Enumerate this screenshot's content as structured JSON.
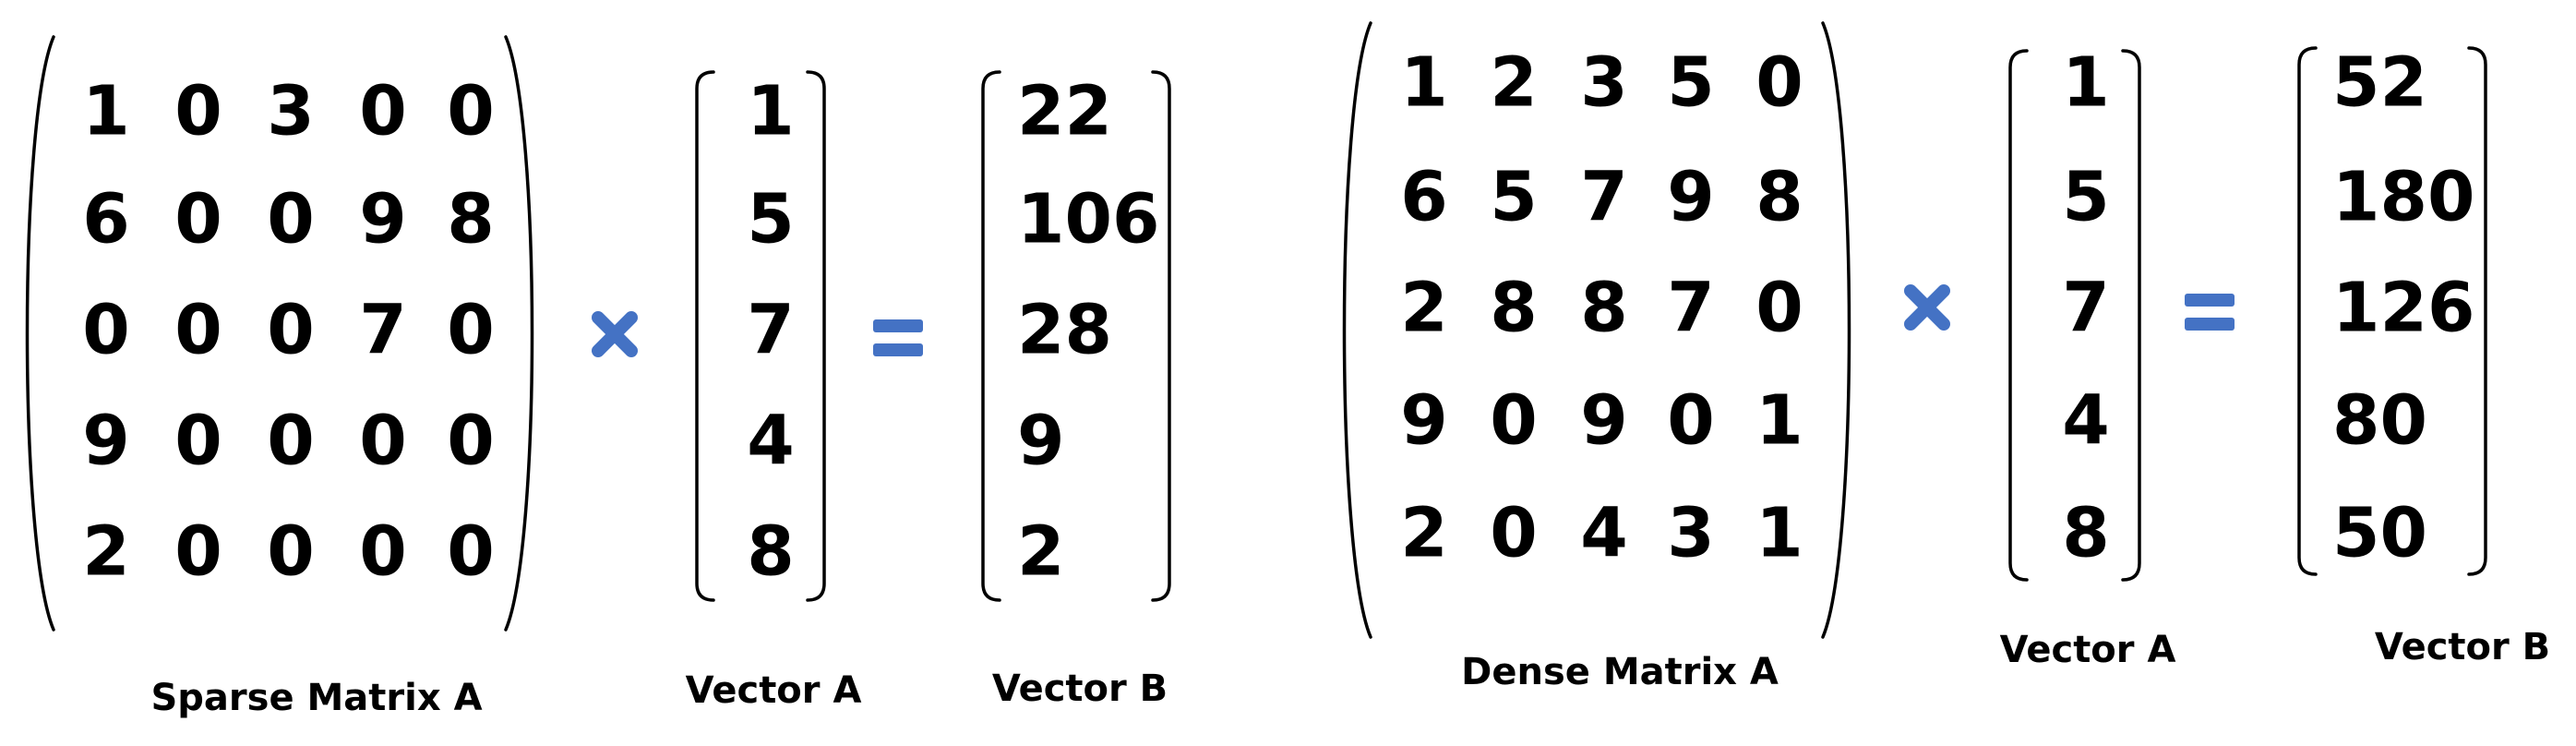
{
  "colors": {
    "text": "#000000",
    "operator": "#4472c4",
    "bracket": "#000000"
  },
  "panels": [
    {
      "matrix": {
        "label": "Sparse Matrix A",
        "rows": [
          [
            "1",
            "0",
            "3",
            "0",
            "0"
          ],
          [
            "6",
            "0",
            "0",
            "9",
            "8"
          ],
          [
            "0",
            "0",
            "0",
            "7",
            "0"
          ],
          [
            "9",
            "0",
            "0",
            "0",
            "0"
          ],
          [
            "2",
            "0",
            "0",
            "0",
            "0"
          ]
        ]
      },
      "times_icon": "multiply-x-icon",
      "vector_a": {
        "label": "Vector A",
        "values": [
          "1",
          "5",
          "7",
          "4",
          "8"
        ]
      },
      "equals_icon": "equals-icon",
      "vector_b": {
        "label": "Vector B",
        "values": [
          "22",
          "106",
          "28",
          "9",
          "2"
        ]
      }
    },
    {
      "matrix": {
        "label": "Dense Matrix A",
        "rows": [
          [
            "1",
            "2",
            "3",
            "5",
            "0"
          ],
          [
            "6",
            "5",
            "7",
            "9",
            "8"
          ],
          [
            "2",
            "8",
            "8",
            "7",
            "0"
          ],
          [
            "9",
            "0",
            "9",
            "0",
            "1"
          ],
          [
            "2",
            "0",
            "4",
            "3",
            "1"
          ]
        ]
      },
      "times_icon": "multiply-x-icon",
      "vector_a": {
        "label": "Vector A",
        "values": [
          "1",
          "5",
          "7",
          "4",
          "8"
        ]
      },
      "equals_icon": "equals-icon",
      "vector_b": {
        "label": "Vector B",
        "values": [
          "52",
          "180",
          "126",
          "80",
          "50"
        ]
      }
    }
  ]
}
